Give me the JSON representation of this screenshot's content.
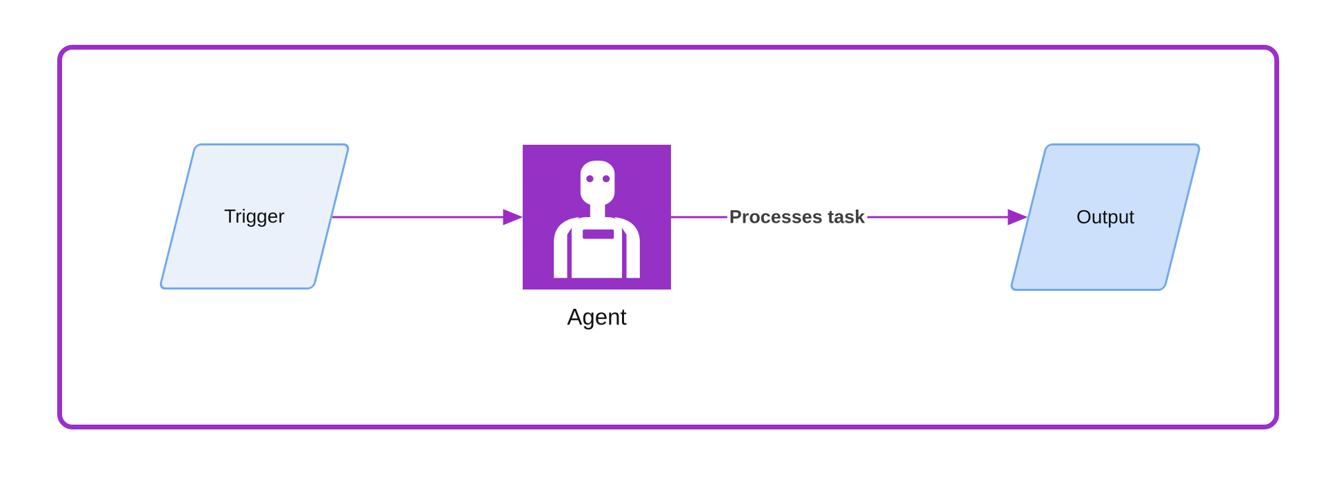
{
  "diagram": {
    "type": "flowchart",
    "boundary": {
      "border_color": "#9b2fc9"
    },
    "nodes": {
      "trigger": {
        "label": "Trigger",
        "shape": "parallelogram",
        "fill": "#eaf1fb",
        "border": "#70a8ec"
      },
      "agent": {
        "label": "Agent",
        "shape": "icon-square",
        "icon": "robot-icon",
        "fill": "#9631c5",
        "icon_color": "#ffffff"
      },
      "output": {
        "label": "Output",
        "shape": "parallelogram",
        "fill": "#cce0fb",
        "border": "#73a7ee"
      }
    },
    "edges": {
      "trigger_to_agent": {
        "from": "trigger",
        "to": "agent",
        "label": "",
        "color": "#9c2bc4"
      },
      "agent_to_output": {
        "from": "agent",
        "to": "output",
        "label": "Processes task",
        "label_color": "#3e3e3e",
        "color": "#9c2bc4"
      }
    }
  }
}
